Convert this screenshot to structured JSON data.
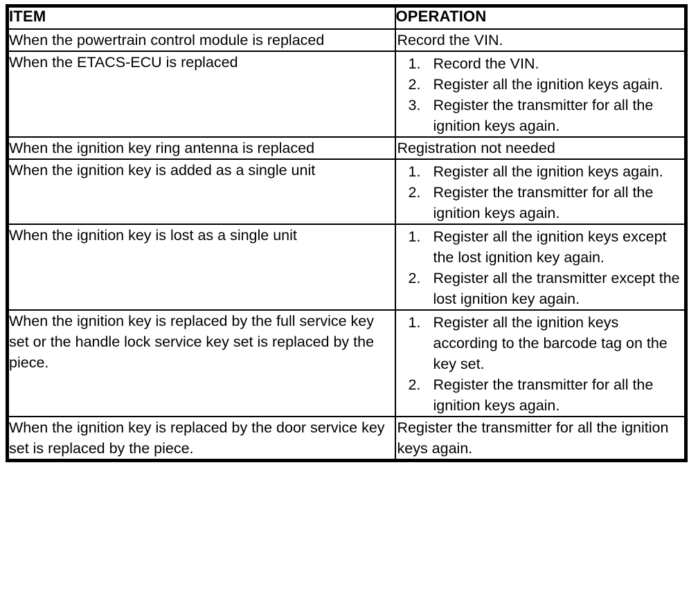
{
  "table": {
    "headers": {
      "item": "ITEM",
      "operation": "OPERATION"
    },
    "rows": [
      {
        "item": "When the powertrain control module is replaced",
        "operation_type": "plain",
        "operation_text": "Record the VIN.",
        "operation_steps": []
      },
      {
        "item": "When the ETACS-ECU is replaced",
        "operation_type": "list",
        "operation_text": "",
        "operation_steps": [
          "Record the VIN.",
          "Register all the ignition keys again.",
          "Register the transmitter for all the ignition keys again."
        ]
      },
      {
        "item": "When the ignition key ring antenna is replaced",
        "operation_type": "plain",
        "operation_text": "Registration not needed",
        "operation_steps": []
      },
      {
        "item": "When the ignition key is added as a single unit",
        "operation_type": "list",
        "operation_text": "",
        "operation_steps": [
          "Register all the ignition keys again.",
          "Register the transmitter for all the ignition keys again."
        ]
      },
      {
        "item": "When the ignition key is lost as a single unit",
        "operation_type": "list",
        "operation_text": "",
        "operation_steps": [
          "Register all the ignition keys except the lost ignition key again.",
          "Register all the transmitter except the lost ignition key again."
        ]
      },
      {
        "item": "When the ignition key is replaced by the full service key set or the handle lock service key set is replaced by the piece.",
        "operation_type": "list",
        "operation_text": "",
        "operation_steps": [
          "Register all the ignition keys according to the barcode tag on the key set.",
          "Register the transmitter for all the ignition keys again."
        ]
      },
      {
        "item": "When the ignition key is replaced by the door service key set is replaced by the piece.",
        "operation_type": "plain",
        "operation_text": "Register the transmitter for all the ignition keys again.",
        "operation_steps": []
      }
    ]
  },
  "style": {
    "text_color": "#000000",
    "background_color": "#ffffff",
    "border_color": "#000000"
  }
}
